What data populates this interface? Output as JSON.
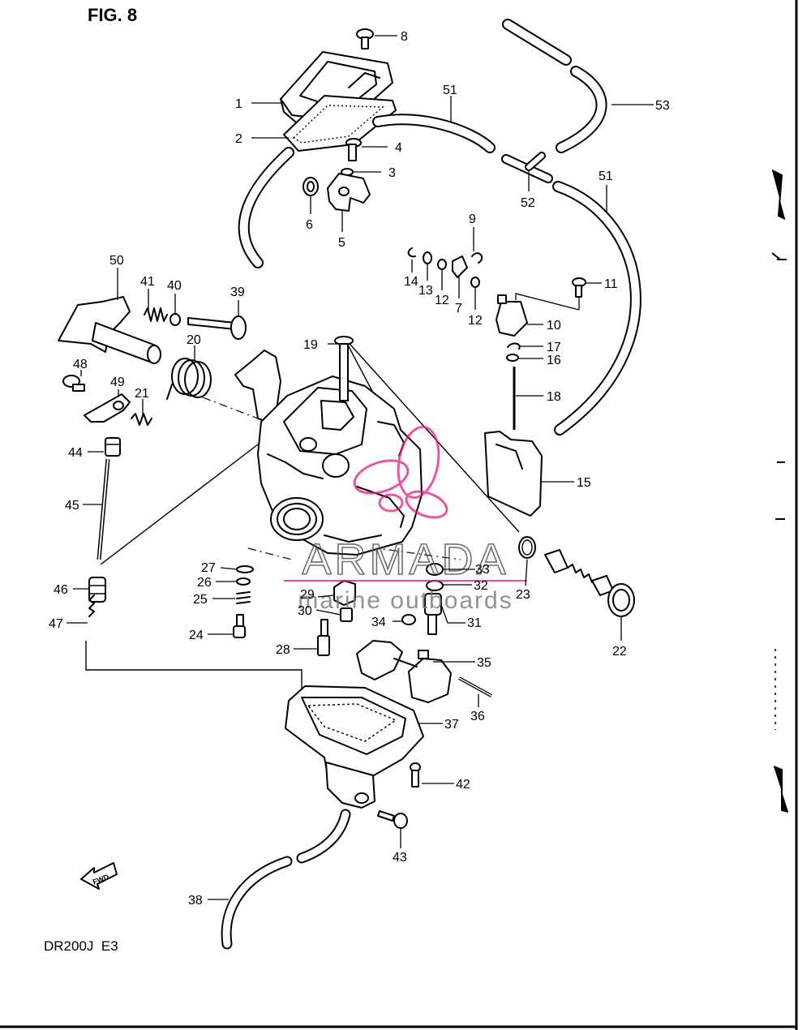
{
  "figure": {
    "title": "FIG. 8",
    "model": "DR200J  E3"
  },
  "watermark": {
    "brand": "ARMADA",
    "tagline": "marine outboards",
    "accent": "#e21d82"
  },
  "fwd_arrow": "FWD",
  "callouts": {
    "c1": "1",
    "c2": "2",
    "c3": "3",
    "c4": "4",
    "c5": "5",
    "c6": "6",
    "c7": "7",
    "c8": "8",
    "c9": "9",
    "c10": "10",
    "c11": "11",
    "c12a": "12",
    "c12b": "12",
    "c13": "13",
    "c14": "14",
    "c15": "15",
    "c16": "16",
    "c17": "17",
    "c18": "18",
    "c19": "19",
    "c20": "20",
    "c21": "21",
    "c22": "22",
    "c23": "23",
    "c24": "24",
    "c25": "25",
    "c26": "26",
    "c27": "27",
    "c28": "28",
    "c29": "29",
    "c30": "30",
    "c31": "31",
    "c32": "32",
    "c33": "33",
    "c34": "34",
    "c35": "35",
    "c36": "36",
    "c37": "37",
    "c38": "38",
    "c39": "39",
    "c40": "40",
    "c41": "41",
    "c42": "42",
    "c43": "43",
    "c44": "44",
    "c45": "45",
    "c46": "46",
    "c47": "47",
    "c48": "48",
    "c49": "49",
    "c50": "50",
    "c51a": "51",
    "c51b": "51",
    "c52": "52",
    "c53": "53"
  }
}
